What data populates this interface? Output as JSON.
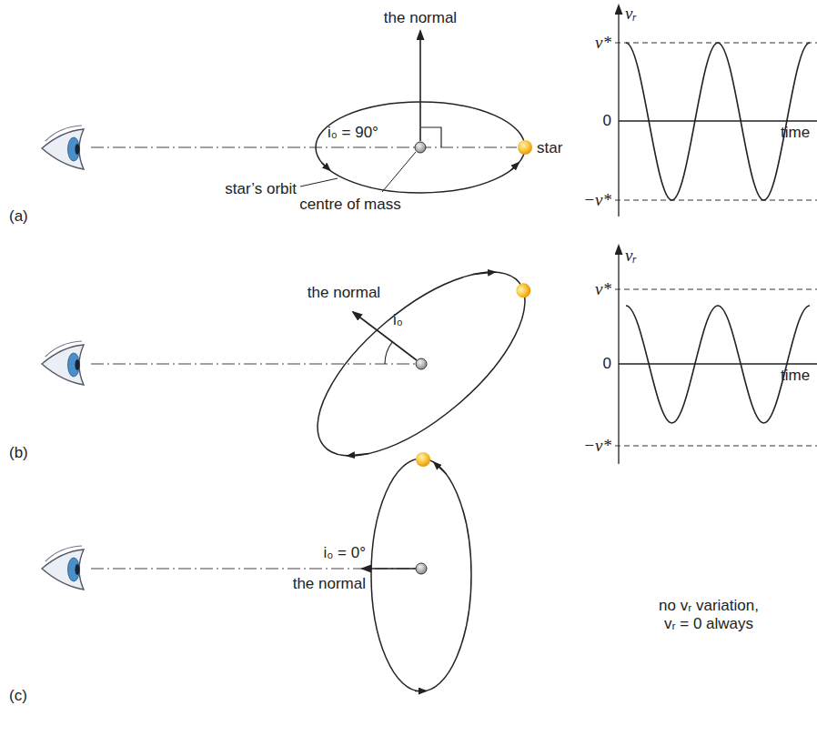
{
  "diagram": {
    "labels": [
      "the normal",
      "i₀ = 90°",
      "star",
      "star’s orbit",
      "centre of mass",
      "(a)",
      "vᵣ",
      "v*",
      "0",
      "−v*",
      "time",
      "the normal",
      "i₀",
      "(b)",
      "vᵣ",
      "v*",
      "0",
      "−v*",
      "time",
      "i₀ = 0°",
      "the normal",
      "no vᵣ variation, vᵣ = 0 always",
      "(c)"
    ]
  }
}
